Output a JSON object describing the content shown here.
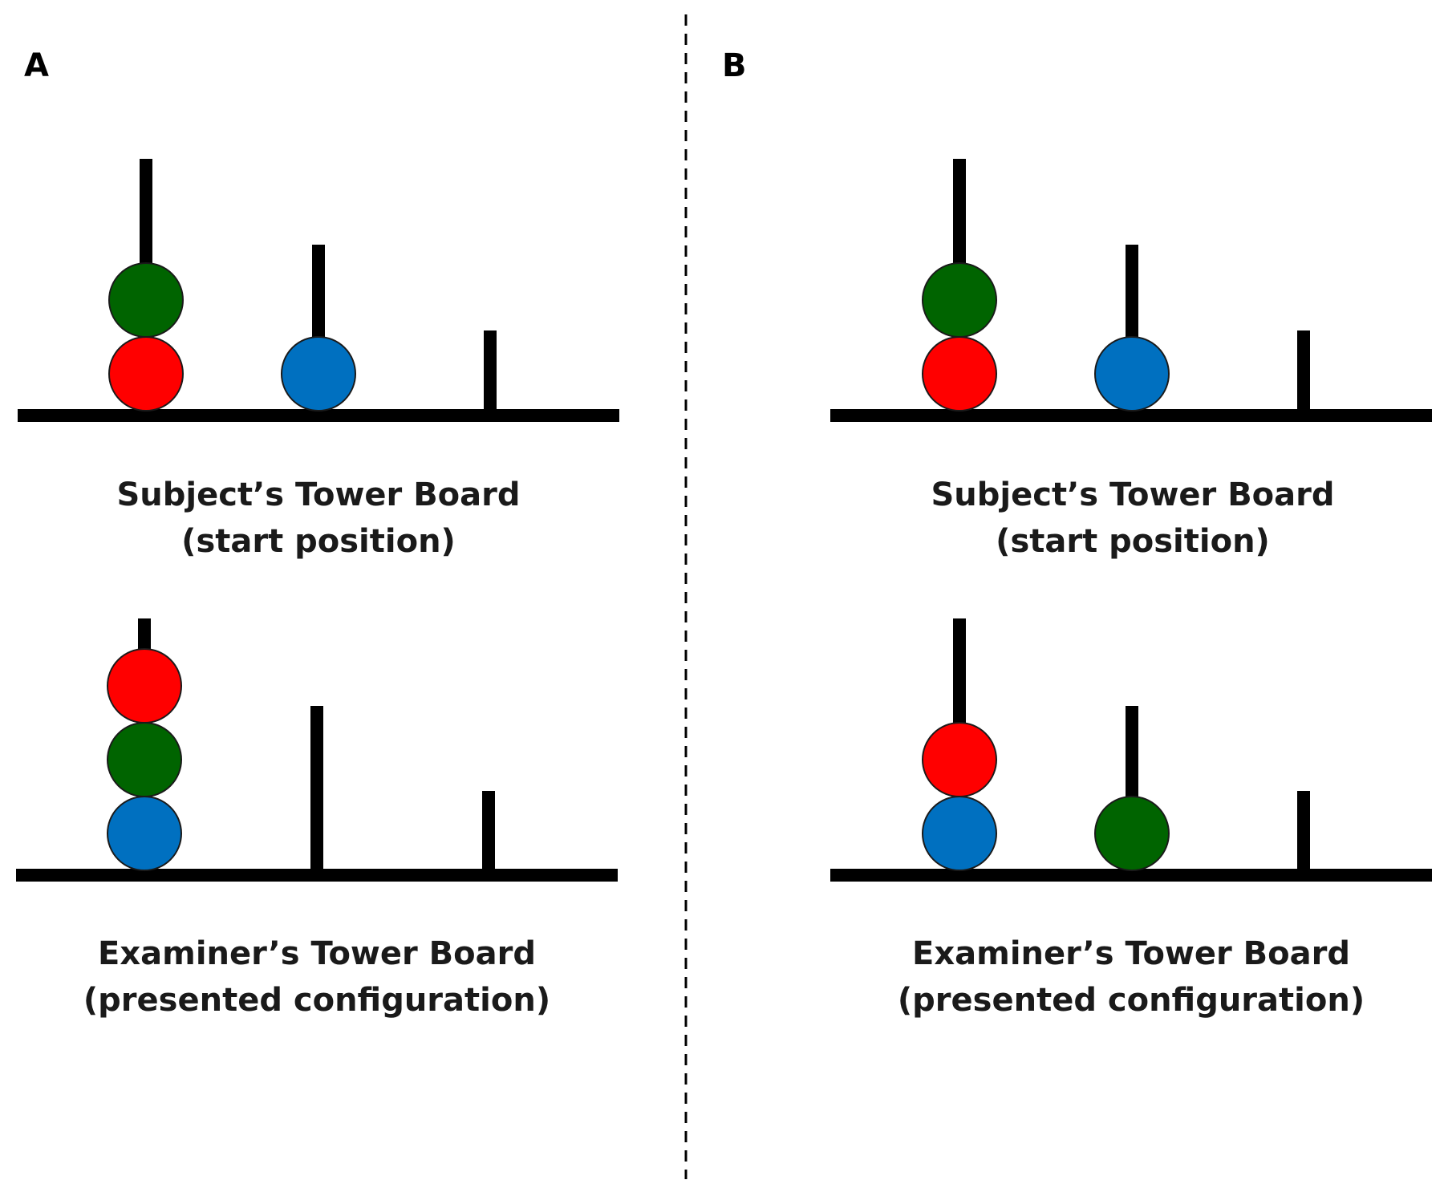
{
  "colors": {
    "red": "#ff0000",
    "green": "#006400",
    "blue": "#0070c0",
    "board": "#000000"
  },
  "panels": [
    {
      "letter": "A",
      "boards": [
        {
          "caption_line1": "Subject’s Tower Board",
          "caption_line2": "(start position)",
          "pegs": [
            [
              "green",
              "red"
            ],
            [
              "blue"
            ],
            []
          ]
        },
        {
          "caption_line1": "Examiner’s Tower Board",
          "caption_line2": "(presented configuration)",
          "pegs": [
            [
              "red",
              "green",
              "blue"
            ],
            [],
            []
          ]
        }
      ]
    },
    {
      "letter": "B",
      "boards": [
        {
          "caption_line1": "Subject’s Tower Board",
          "caption_line2": "(start position)",
          "pegs": [
            [
              "green",
              "red"
            ],
            [
              "blue"
            ],
            []
          ]
        },
        {
          "caption_line1": "Examiner’s Tower Board",
          "caption_line2": "(presented configuration)",
          "pegs": [
            [
              "red",
              "blue"
            ],
            [
              "green"
            ],
            []
          ]
        }
      ]
    }
  ]
}
